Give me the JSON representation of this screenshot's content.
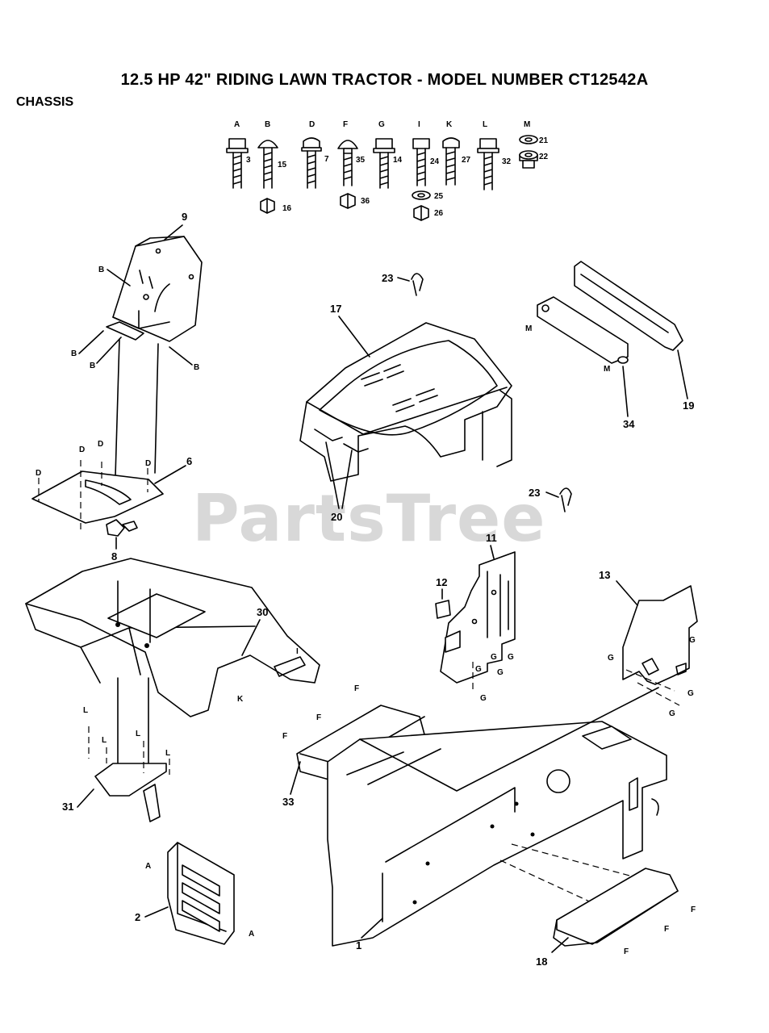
{
  "header": {
    "title": "12.5 HP 42\" RIDING LAWN TRACTOR - MODEL NUMBER CT12542A",
    "section": "CHASSIS"
  },
  "watermark": "PartsTree",
  "hardware": [
    {
      "letter": "A",
      "parts": [
        "3"
      ]
    },
    {
      "letter": "B",
      "parts": [
        "15",
        "16"
      ]
    },
    {
      "letter": "D",
      "parts": [
        "7"
      ]
    },
    {
      "letter": "F",
      "parts": [
        "35",
        "36"
      ]
    },
    {
      "letter": "G",
      "parts": [
        "14"
      ]
    },
    {
      "letter": "I",
      "parts": [
        "24",
        "25",
        "26"
      ]
    },
    {
      "letter": "K",
      "parts": [
        "27"
      ]
    },
    {
      "letter": "L",
      "parts": [
        "32"
      ]
    },
    {
      "letter": "M",
      "parts": [
        "21",
        "22"
      ]
    }
  ],
  "callouts": [
    "1",
    "2",
    "6",
    "8",
    "9",
    "11",
    "12",
    "13",
    "17",
    "18",
    "19",
    "20",
    "23",
    "23",
    "30",
    "31",
    "33",
    "34"
  ],
  "letter_tags": [
    "A",
    "A",
    "B",
    "B",
    "B",
    "B",
    "D",
    "D",
    "D",
    "D",
    "F",
    "F",
    "F",
    "F",
    "F",
    "F",
    "G",
    "G",
    "G",
    "G",
    "G",
    "G",
    "G",
    "G",
    "G",
    "I",
    "K",
    "L",
    "L",
    "L",
    "L",
    "M",
    "M"
  ]
}
